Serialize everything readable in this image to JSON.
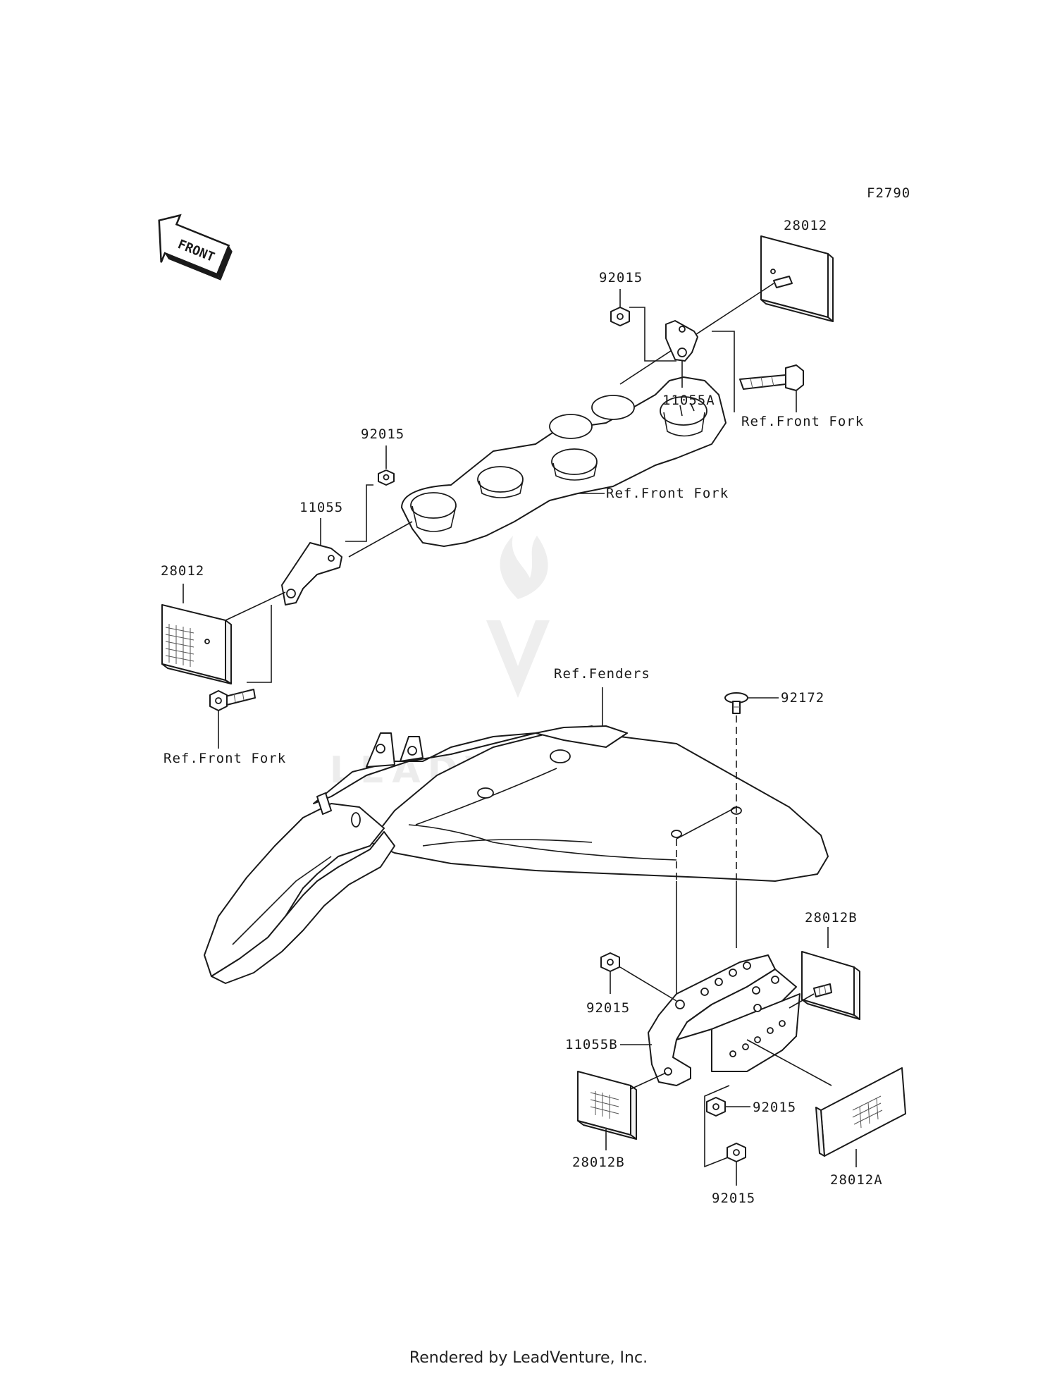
{
  "diagram": {
    "figure_code": "F2790",
    "direction_badge": "FRONT",
    "watermark": "LEADVENTURE",
    "labels": {
      "reflector_upper_right": "28012",
      "nut_upper_right": "92015",
      "bracket_upper_right": "11055A",
      "ref_fork_upper_right": "Ref.Front Fork",
      "ref_fork_center": "Ref.Front Fork",
      "nut_upper_left": "92015",
      "bracket_upper_left": "11055",
      "reflector_upper_left": "28012",
      "ref_fork_left": "Ref.Front Fork",
      "ref_fenders": "Ref.Fenders",
      "screw_92172": "92172",
      "reflector_side_upper": "28012B",
      "nut_lower_a": "92015",
      "bracket_lower": "11055B",
      "nut_lower_b": "92015",
      "reflector_side_lower": "28012B",
      "reflector_front_lower": "28012A",
      "nut_lower_c": "92015"
    }
  },
  "footer": {
    "rendered_by": "Rendered by LeadVenture, Inc."
  }
}
